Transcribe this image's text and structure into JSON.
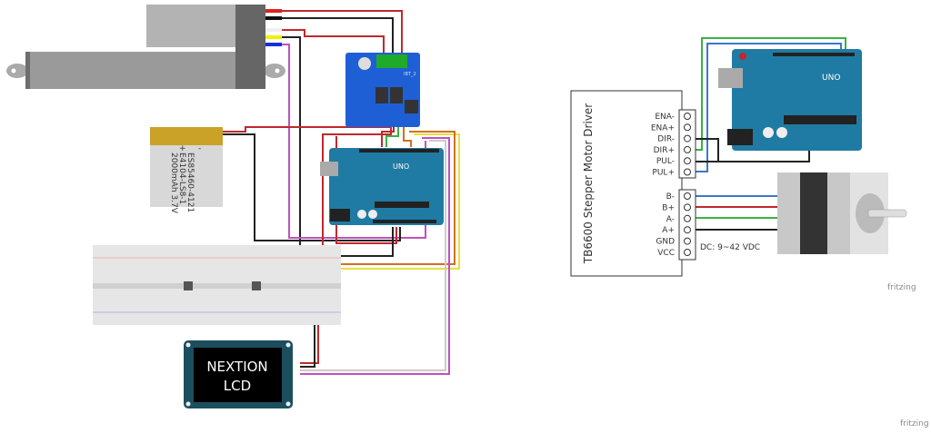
{
  "left_diagram": {
    "battery": {
      "line1": "ES85460-4121",
      "line2": "E4104-LS8-1",
      "line3": "2000mAh 3.7V",
      "plus": "+",
      "minus": "-"
    },
    "motor_driver": {
      "label": "IBT_2"
    },
    "arduino": {
      "label": "UNO"
    },
    "display": {
      "line1": "NEXTION",
      "line2": "LCD"
    }
  },
  "right_diagram": {
    "driver": {
      "title": "TB6600 Stepper Motor Driver",
      "control_pins": [
        "ENA-",
        "ENA+",
        "DIR-",
        "DIR+",
        "PUL-",
        "PUL+"
      ],
      "power_pins": [
        "B-",
        "B+",
        "A-",
        "A+",
        "GND",
        "VCC"
      ],
      "supply_note": "DC: 9~42 VDC"
    },
    "arduino": {
      "label": "UNO"
    },
    "watermark": "fritzing"
  },
  "watermark": "fritzing",
  "colors": {
    "arduino": "#1f7ba3",
    "ibt2": "#1f5fd6",
    "nextion": "#1c4f5e",
    "wire_red": "#c0282d",
    "wire_black": "#222222",
    "wire_green": "#3cb043",
    "wire_blue": "#3a78c9",
    "wire_yellow": "#e8e040",
    "wire_magenta": "#c050c0",
    "wire_orange": "#d07020"
  }
}
